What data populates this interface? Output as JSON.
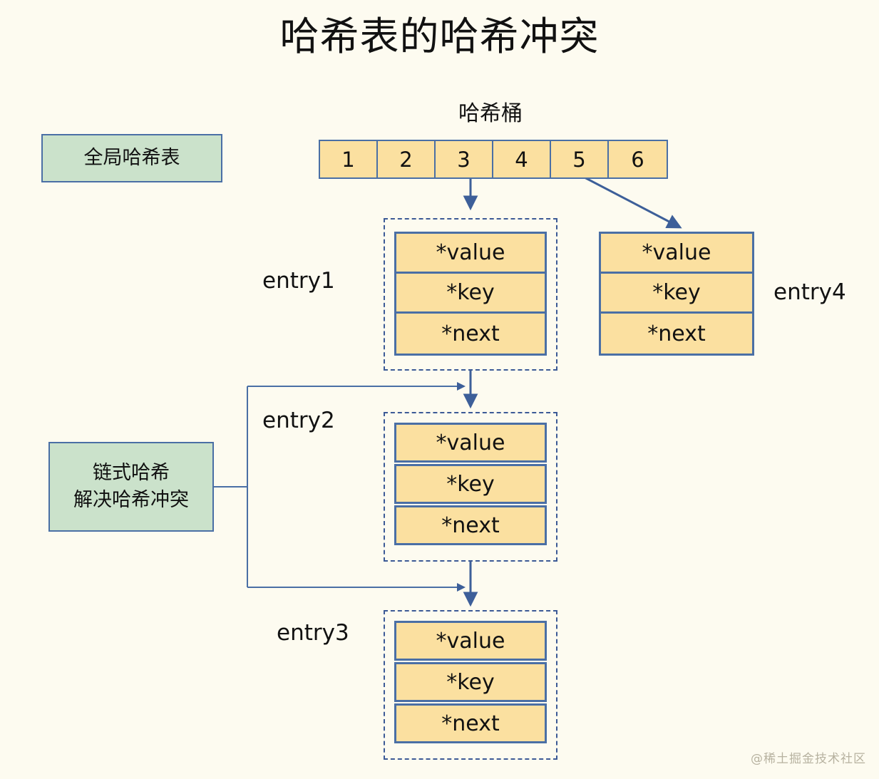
{
  "page": {
    "title": "哈希表的哈希冲突",
    "background_color": "#fdfbf0",
    "watermark": "@稀土掘金技术社区"
  },
  "colors": {
    "cell_fill": "#fbe0a0",
    "note_fill": "#cbe2cb",
    "stroke": "#4a6fa5",
    "dashed_stroke": "#3c5a96",
    "text": "#111111"
  },
  "bucket": {
    "caption": "哈希桶",
    "cells": [
      "1",
      "2",
      "3",
      "4",
      "5",
      "6"
    ]
  },
  "notes": {
    "global": "全局哈希表",
    "chain": "链式哈希\n解决哈希冲突"
  },
  "entries": [
    {
      "label": "entry1",
      "label_side": "left",
      "dashed": true,
      "fields": [
        "*value",
        "*key",
        "*next"
      ]
    },
    {
      "label": "entry4",
      "label_side": "right",
      "dashed": false,
      "fields": [
        "*value",
        "*key",
        "*next"
      ]
    },
    {
      "label": "entry2",
      "label_side": "left",
      "dashed": true,
      "fields": [
        "*value",
        "*key",
        "*next"
      ]
    },
    {
      "label": "entry3",
      "label_side": "left",
      "dashed": true,
      "fields": [
        "*value",
        "*key",
        "*next"
      ]
    }
  ]
}
